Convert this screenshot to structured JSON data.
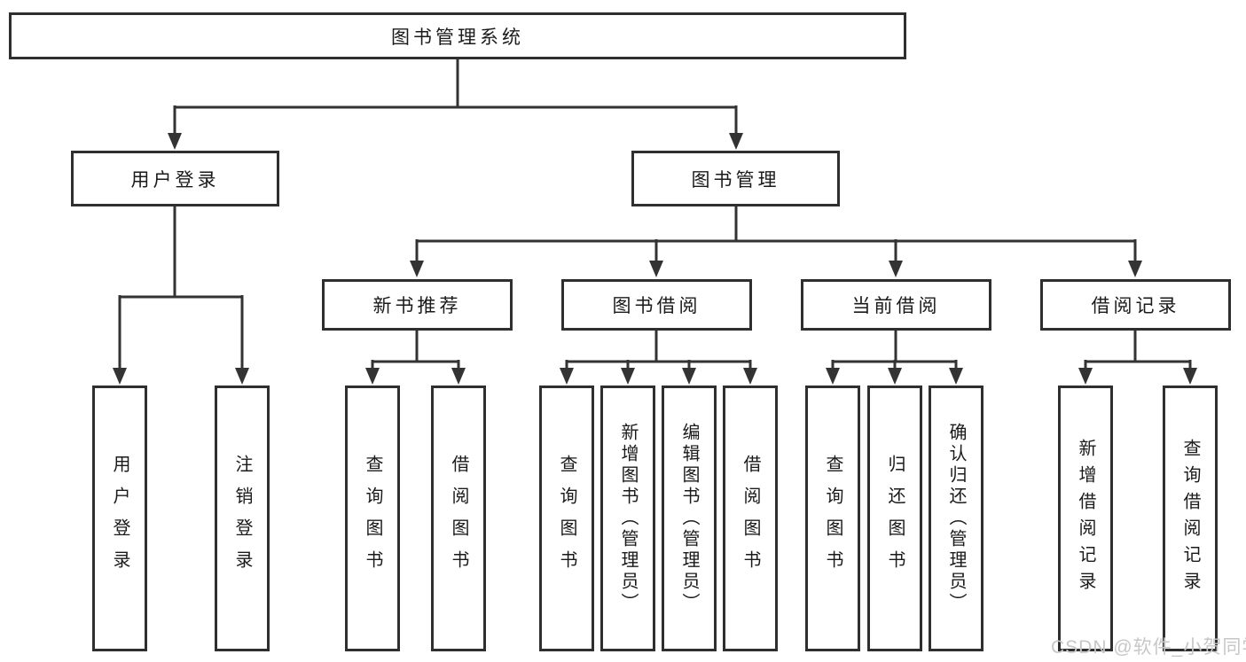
{
  "tree": {
    "root": {
      "label": "图书管理系统"
    },
    "branches": [
      {
        "label": "用户登录",
        "children": [
          {
            "label": "用户登录"
          },
          {
            "label": "注销登录"
          }
        ]
      },
      {
        "label": "图书管理",
        "children": [
          {
            "label": "新书推荐",
            "children": [
              {
                "label": "查询图书"
              },
              {
                "label": "借阅图书"
              }
            ]
          },
          {
            "label": "图书借阅",
            "children": [
              {
                "label": "查询图书"
              },
              {
                "label": "新增图书（管理员）"
              },
              {
                "label": "编辑图书（管理员）"
              },
              {
                "label": "借阅图书"
              }
            ]
          },
          {
            "label": "当前借阅",
            "children": [
              {
                "label": "查询图书"
              },
              {
                "label": "归还图书"
              },
              {
                "label": "确认归还（管理员）"
              }
            ]
          },
          {
            "label": "借阅记录",
            "children": [
              {
                "label": "新增借阅记录"
              },
              {
                "label": "查询借阅记录"
              }
            ]
          }
        ]
      }
    ]
  },
  "watermark": {
    "text": "CSDN @软件_小贺同学"
  },
  "colors": {
    "line": "#333333",
    "box-border": "#2f2f2f",
    "text": "#1a1a1a",
    "watermark": "#c7c7c7",
    "bg": "#ffffff"
  }
}
